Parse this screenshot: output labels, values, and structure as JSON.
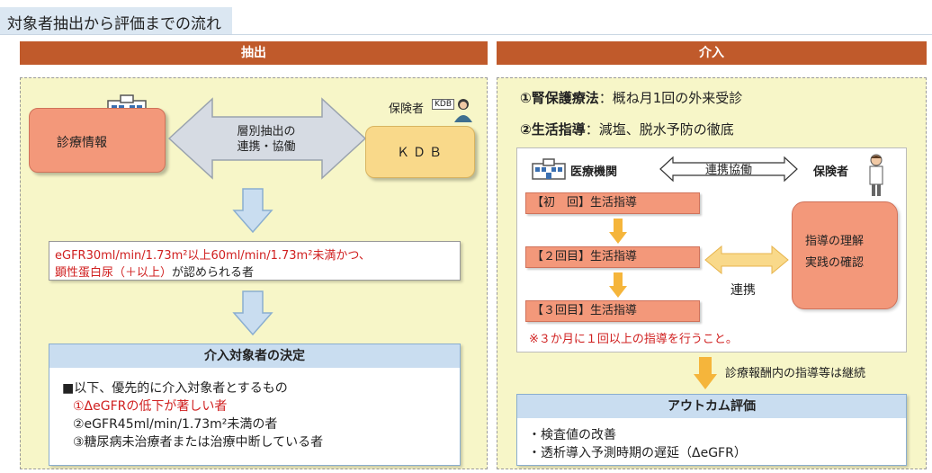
{
  "page_title": "対象者抽出から評価までの流れ",
  "extraction": {
    "header": "抽出",
    "clinical_info": "診療情報",
    "insurer": "保険者",
    "kdb_tag": "KDB",
    "kdb": "ＫＤＢ",
    "arrow_text_1": "層別抽出の",
    "arrow_text_2": "連携・協働",
    "criteria_line1": "eGFR30ml/min/1.73m²以上60ml/min/1.73m²未満かつ、",
    "criteria_line2a": "顕性蛋白尿（＋以上）",
    "criteria_line2b": "が認められる者",
    "decision_title": "介入対象者の決定",
    "decision_intro": "■以下、優先的に介入対象者とするもの",
    "decision_item1": "①ΔeGFRの低下が著しい者",
    "decision_item2": "②eGFR45ml/min/1.73m²未満の者",
    "decision_item3": "③糖尿病未治療者または治療中断している者"
  },
  "intervention": {
    "header": "介入",
    "item1_head": "①腎保護療法",
    "item1_rest": "：概ね月1回の外来受診",
    "item2_head": "②生活指導",
    "item2_rest": "：減塩、脱水予防の徹底",
    "medical_inst": "医療機関",
    "cooperation": "連携協働",
    "insurer": "保険者",
    "guidance1": "【初　回】生活指導",
    "guidance2": "【２回目】生活指導",
    "guidance3": "【３回目】生活指導",
    "link_label": "連携",
    "understanding_1": "指導の理解",
    "understanding_2": "実践の確認",
    "note": "※３か月に１回以上の指導を行うこと。",
    "continue_note": "診療報酬内の指導等は継続",
    "outcome_title": "アウトカム評価",
    "outcome_item1": "・検査値の改善",
    "outcome_item2": "・透析導入予測時期の遅延（ΔeGFR）"
  },
  "colors": {
    "header_bg": "#c05a2b",
    "panel_bg": "#f7f6c8",
    "accent_red": "#d02020",
    "salmon": "#f3987a",
    "light_yellow": "#f9d98a"
  }
}
